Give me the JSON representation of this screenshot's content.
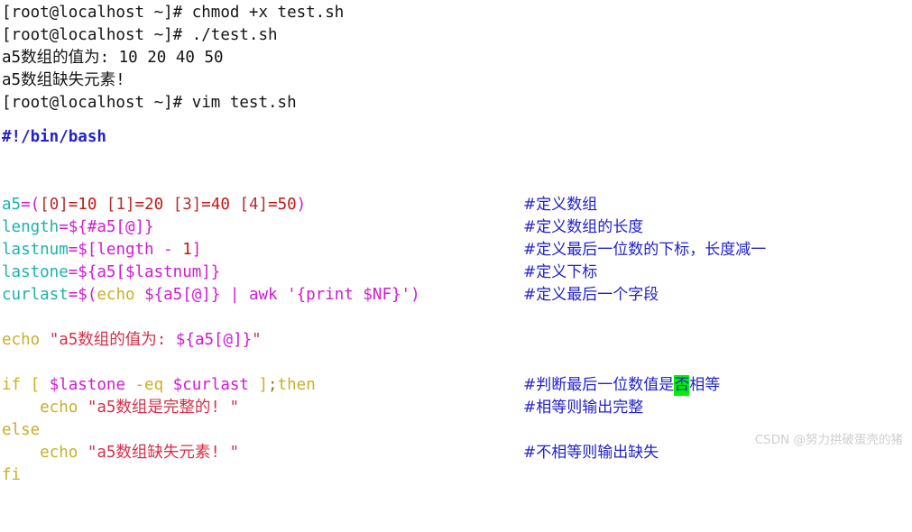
{
  "terminal": {
    "lines": [
      "[root@localhost ~]# chmod +x test.sh",
      "[root@localhost ~]# ./test.sh",
      "a5数组的值为: 10 20 40 50",
      "a5数组缺失元素!",
      "[root@localhost ~]# vim test.sh"
    ]
  },
  "editor": {
    "shebang": "#!/bin/bash",
    "lines": {
      "a5_name": "a5",
      "a5_open": "=(",
      "a5_i0": "[0]",
      "a5_v0": "=10 ",
      "a5_i1": "[1]",
      "a5_v1": "=20 ",
      "a5_i3": "[3]",
      "a5_v3": "=40 ",
      "a5_i4": "[4]",
      "a5_v4": "=50",
      "a5_close": ")",
      "length_name": "length",
      "length_expr": "=${#a5[@]}",
      "lastnum_name": "lastnum",
      "lastnum_expr": "=$[length - ",
      "lastnum_num": "1",
      "lastnum_tail": "]",
      "lastone_name": "lastone",
      "lastone_expr": "=${a5[$lastnum]}",
      "curlast_name": "curlast",
      "curlast_open": "=$(",
      "curlast_echo": "echo",
      "curlast_rest": " ${a5[@]} | awk '{print $NF}')",
      "echo_kw": "echo ",
      "echo_str_a": "\"a5数组的值为: ",
      "echo_str_var": "${a5[@]}",
      "echo_str_b": "\"",
      "if_open": "if [ ",
      "if_var1": "$lastone",
      "if_eq": " -eq ",
      "if_var2": "$curlast",
      "if_close": " ]",
      "if_semi": ";",
      "if_then": "then",
      "then_echo": "    echo ",
      "then_str": "\"a5数组是完整的! \"",
      "else_kw": "else",
      "else_echo": "    echo ",
      "else_str": "\"a5数组缺失元素! \"",
      "fi_kw": "fi"
    },
    "comments": {
      "c1": "#定义数组",
      "c2": "#定义数组的长度",
      "c3": "#定义最后一位数的下标，长度减一",
      "c4": "#定义下标",
      "c5": "#定义最后一个字段",
      "c6_pre": "#判断最后一位数值是",
      "c6_cursor": "否",
      "c6_post": "相等",
      "c7": "#相等则输出完整",
      "c8": "#不相等则输出缺失"
    }
  },
  "watermark": {
    "text": "CSDN @努力拱破蛋壳的猪"
  },
  "colors": {
    "background": "#ffffff",
    "terminal_text": "#141414",
    "comment": "#2222cc",
    "variable": "#1bb3ab",
    "operator": "#d21ad2",
    "keyword": "#c8b028",
    "string": "#d6304a",
    "number": "#c01818",
    "cursor_bg": "#00f200",
    "watermark": "#cfcfcf"
  }
}
